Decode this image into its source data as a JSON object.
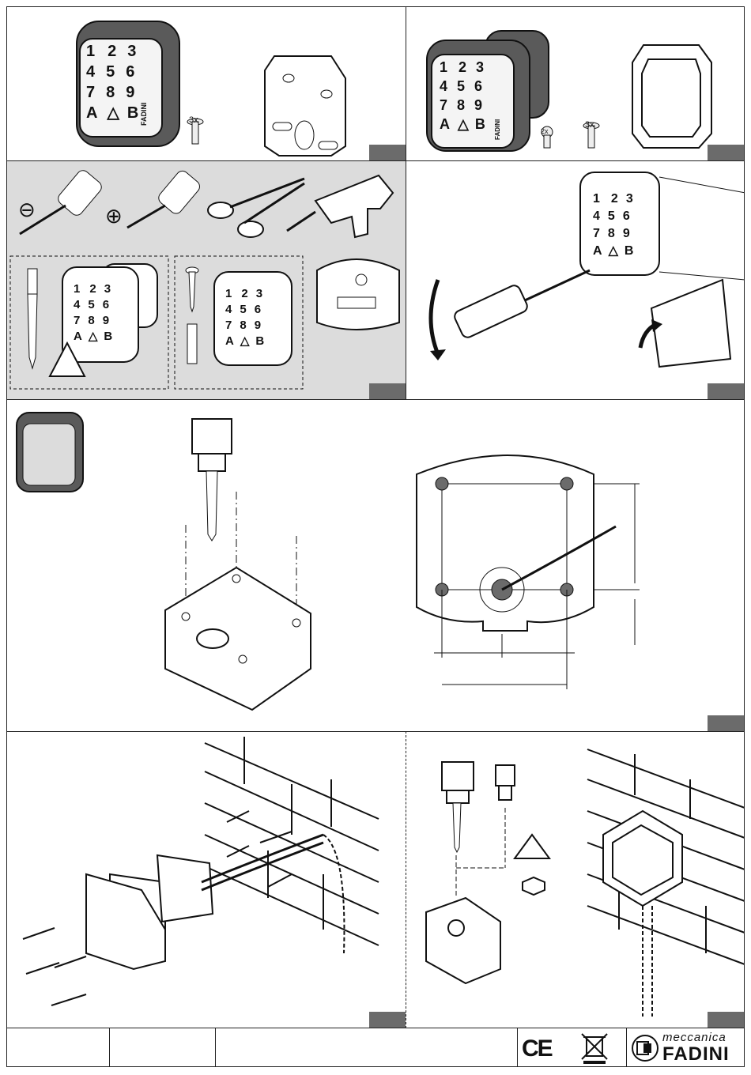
{
  "panels": [
    {
      "name": "panel-1",
      "fill": "#ffffff"
    },
    {
      "name": "panel-2",
      "fill": "#ffffff"
    },
    {
      "name": "panel-3",
      "fill": "#dcdcdc"
    },
    {
      "name": "panel-4",
      "fill": "#ffffff"
    },
    {
      "name": "panel-5",
      "fill": "#ffffff"
    },
    {
      "name": "panel-6",
      "fill": "#ffffff"
    },
    {
      "name": "panel-7",
      "fill": "#ffffff"
    }
  ],
  "keypad": {
    "keys": [
      "1",
      "2",
      "3",
      "4",
      "5",
      "6",
      "7",
      "8",
      "9",
      "A",
      "△",
      "B"
    ],
    "logo": "FADINI"
  },
  "parts": {
    "screw_qty": "3x",
    "screw_qty_small": "2x"
  },
  "tools": {
    "minus_symbol": "⊖",
    "plus_symbol": "⊕"
  },
  "footer": {
    "ce_mark": "CE",
    "brand_top": "meccanica",
    "brand_main": "FADINI"
  },
  "colors": {
    "accent_gray": "#6b6b6b",
    "housing": "#5a5a5a",
    "panel_gray": "#dcdcdc"
  }
}
